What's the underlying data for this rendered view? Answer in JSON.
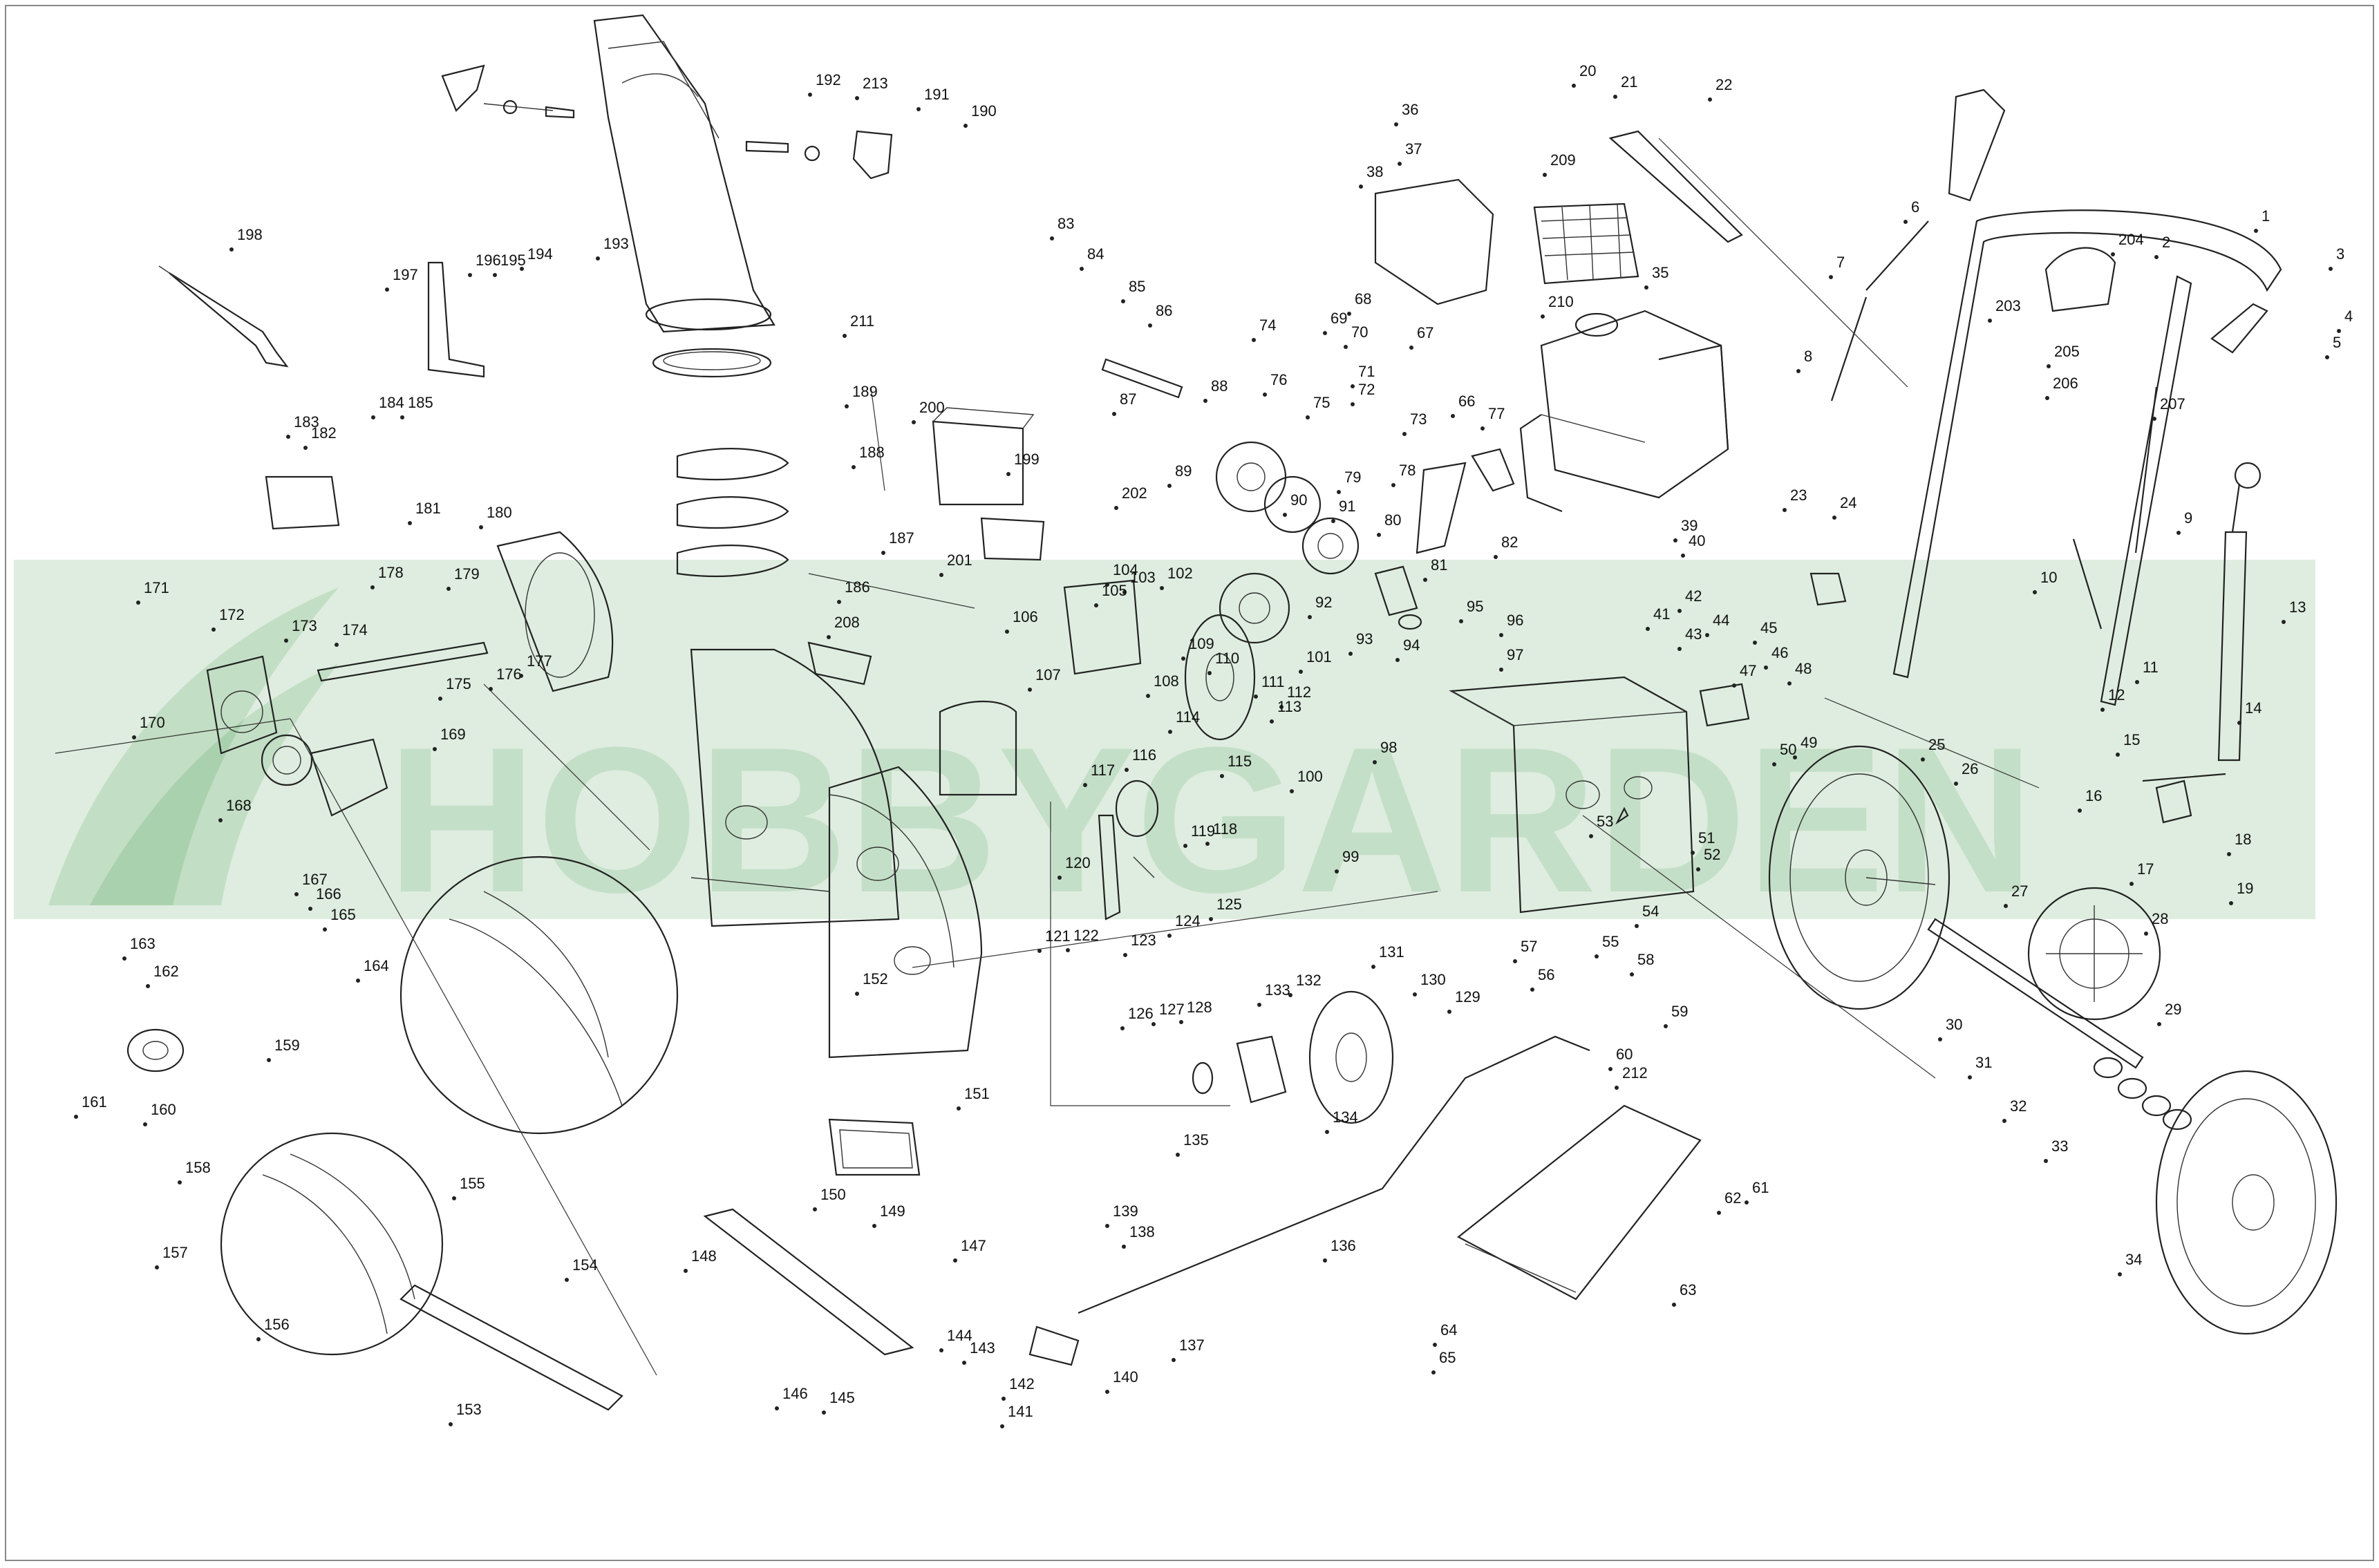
{
  "watermark": {
    "text": "HOBBYGARDEN",
    "color": "#2f8f3a"
  },
  "labels": [
    "1",
    "2",
    "3",
    "4",
    "5",
    "6",
    "7",
    "8",
    "9",
    "10",
    "11",
    "12",
    "13",
    "14",
    "15",
    "16",
    "17",
    "18",
    "19",
    "20",
    "21",
    "22",
    "23",
    "24",
    "25",
    "26",
    "27",
    "28",
    "29",
    "30",
    "31",
    "32",
    "33",
    "34",
    "35",
    "36",
    "37",
    "38",
    "39",
    "40",
    "41",
    "42",
    "43",
    "44",
    "45",
    "46",
    "47",
    "48",
    "49",
    "50",
    "51",
    "52",
    "53",
    "54",
    "55",
    "56",
    "57",
    "58",
    "59",
    "60",
    "61",
    "62",
    "63",
    "64",
    "65",
    "66",
    "67",
    "68",
    "69",
    "70",
    "71",
    "72",
    "73",
    "74",
    "75",
    "76",
    "77",
    "78",
    "79",
    "80",
    "81",
    "82",
    "83",
    "84",
    "85",
    "86",
    "87",
    "88",
    "89",
    "90",
    "91",
    "92",
    "93",
    "94",
    "95",
    "96",
    "97",
    "98",
    "99",
    "100",
    "101",
    "102",
    "103",
    "104",
    "105",
    "106",
    "107",
    "108",
    "109",
    "110",
    "111",
    "112",
    "113",
    "114",
    "115",
    "116",
    "117",
    "118",
    "119",
    "120",
    "121",
    "122",
    "123",
    "124",
    "125",
    "126",
    "127",
    "128",
    "129",
    "130",
    "131",
    "132",
    "133",
    "134",
    "135",
    "136",
    "137",
    "138",
    "139",
    "140",
    "141",
    "142",
    "143",
    "144",
    "145",
    "146",
    "147",
    "148",
    "149",
    "150",
    "151",
    "152",
    "153",
    "154",
    "155",
    "156",
    "157",
    "158",
    "159",
    "160",
    "161",
    "162",
    "163",
    "164",
    "165",
    "166",
    "167",
    "168",
    "169",
    "170",
    "171",
    "172",
    "173",
    "174",
    "175",
    "176",
    "177",
    "178",
    "179",
    "180",
    "181",
    "182",
    "183",
    "184",
    "185",
    "186",
    "187",
    "188",
    "189",
    "190",
    "191",
    "192",
    "193",
    "194",
    "195",
    "196",
    "197",
    "198",
    "199",
    "200",
    "201",
    "202",
    "203",
    "204",
    "205",
    "206",
    "207",
    "208",
    "209",
    "210",
    "211",
    "212",
    "213"
  ]
}
